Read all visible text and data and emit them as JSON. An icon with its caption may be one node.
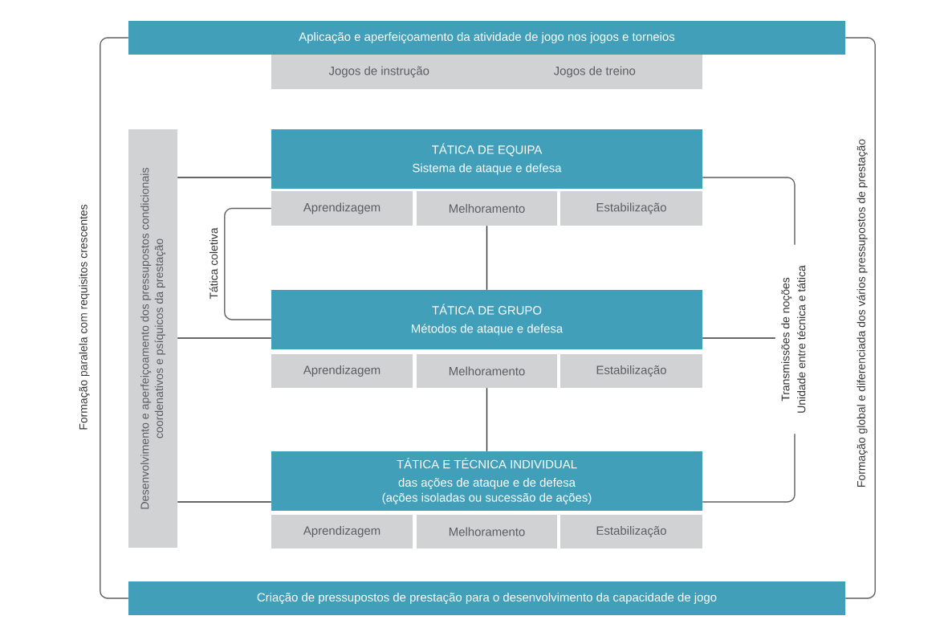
{
  "diagram": {
    "nodes": [
      {
        "text": [
          "Aplicação e aperfeiçoamento da atividade de jogo nos jogos e torneios"
        ]
      },
      {
        "text": [
          "Jogos de instrução",
          "Jogos de treino"
        ]
      },
      {
        "text": [
          "Desenvolvimento e aperfeiçoamento dos pressupostos condicionais coordenativos e psíquicos da prestação"
        ]
      },
      {
        "text": [
          "TÁTICA DE EQUIPA",
          "Sistema de ataque e defesa"
        ]
      },
      {
        "text": [
          "Aprendizagem"
        ]
      },
      {
        "text": [
          "Melhoramento"
        ]
      },
      {
        "text": [
          "Estabilização"
        ]
      },
      {
        "text": [
          "TÁTICA DE GRUPO",
          "Métodos de ataque e defesa"
        ]
      },
      {
        "text": [
          "Aprendizagem"
        ]
      },
      {
        "text": [
          "Melhoramento"
        ]
      },
      {
        "text": [
          "Estabilização"
        ]
      },
      {
        "text": [
          "TÁTICA E TÉCNICA INDIVIDUAL",
          "das ações de ataque e de defesa",
          "(ações isoladas ou sucessão de ações)"
        ]
      },
      {
        "text": [
          "Aprendizagem"
        ]
      },
      {
        "text": [
          "Melhoramento"
        ]
      },
      {
        "text": [
          "Estabilização"
        ]
      },
      {
        "text": [
          "Criação de pressupostos de prestação para o desenvolvimento da capacidade de jogo"
        ]
      },
      {
        "text": [
          "Transmissões de noções",
          "Unidade entre técnica e tática"
        ]
      }
    ],
    "edges": [
      {
        "from": 0,
        "to": 15,
        "arrow": "none",
        "label": "Formação paralela com requisitos crescentes",
        "color": "#5e5e5e"
      },
      {
        "from": 0,
        "to": 15,
        "arrow": "none",
        "label": "Formação global e diferenciada dos vários pressupostos de prestação",
        "color": "#5e5e5e"
      },
      {
        "from": 2,
        "to": 3,
        "arrow": "none"
      },
      {
        "from": 2,
        "to": 7,
        "arrow": "none"
      },
      {
        "from": 2,
        "to": 11,
        "arrow": "none"
      },
      {
        "from": 4,
        "to": 7,
        "arrow": "none",
        "label": "Tática coletiva",
        "color": "#5e5e5e"
      },
      {
        "from": 5,
        "to": 7,
        "arrow": "none"
      },
      {
        "from": 9,
        "to": 11,
        "arrow": "none"
      },
      {
        "from": 3,
        "to": 16,
        "arrow": "none",
        "color": "#5e5e5e"
      },
      {
        "from": 7,
        "to": 16,
        "arrow": "none"
      },
      {
        "from": 11,
        "to": 16,
        "arrow": "none",
        "color": "#5e5e5e"
      }
    ]
  }
}
